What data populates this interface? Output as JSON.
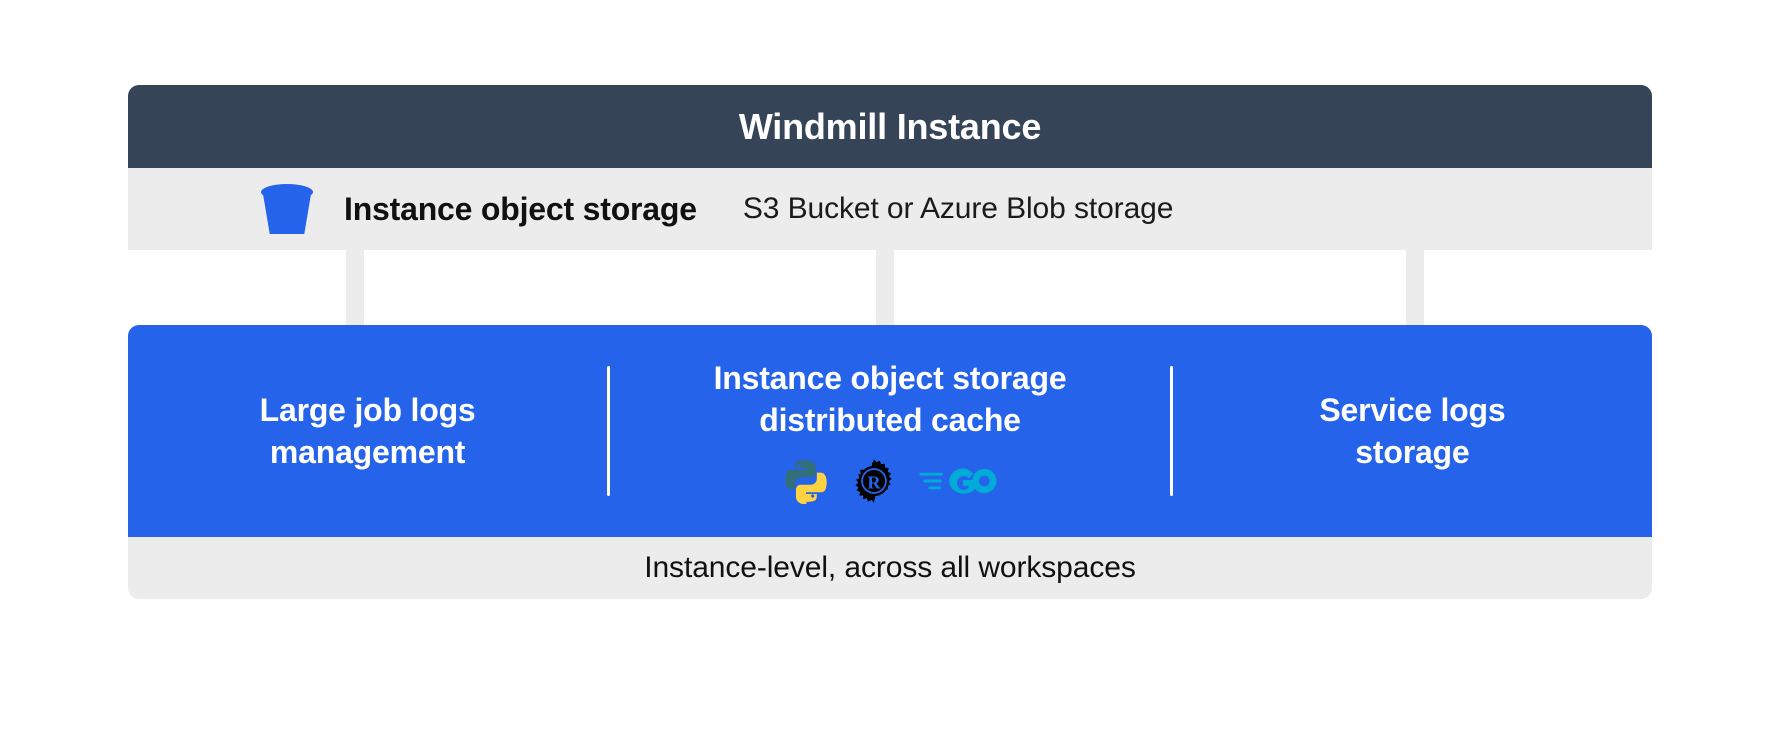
{
  "header": {
    "title": "Windmill Instance"
  },
  "storage_row": {
    "icon": "bucket-icon",
    "label": "Instance object storage",
    "detail": "S3 Bucket or Azure Blob storage"
  },
  "connectors": [
    {
      "name": "arrow-to-large-job-logs"
    },
    {
      "name": "arrow-to-distributed-cache"
    },
    {
      "name": "arrow-to-service-logs"
    }
  ],
  "features": [
    {
      "title": "Large job logs\nmanagement",
      "logos": []
    },
    {
      "title": "Instance object storage\ndistributed cache",
      "logos": [
        "python-logo",
        "rust-logo",
        "go-logo"
      ]
    },
    {
      "title": "Service logs\nstorage",
      "logos": []
    }
  ],
  "caption": {
    "text": "Instance-level, across all workspaces"
  },
  "colors": {
    "header_bg": "#364458",
    "row_bg": "#ececec",
    "panel_bg": "#2563eb",
    "arrow": "#ececec",
    "text_light": "#ffffff",
    "text_dark": "#111111",
    "python_dark": "#336e7b",
    "python_light": "#ffd242",
    "rust_black": "#000000",
    "go_cyan": "#00acd7"
  }
}
